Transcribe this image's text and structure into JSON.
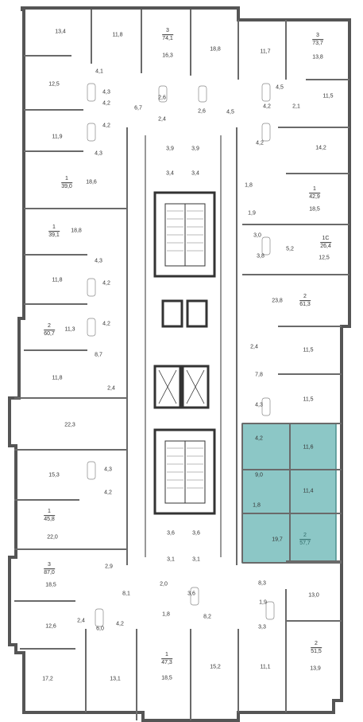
{
  "colors": {
    "wall": "#555555",
    "thin": "#8a8a8a",
    "selected": "#8cc7c6",
    "text": "#333333"
  },
  "selected_apartment": {
    "rooms": "2",
    "area": "57,7"
  },
  "apartments": [
    {
      "rooms": "3",
      "area": "74,1"
    },
    {
      "rooms": "3",
      "area": "73,7"
    },
    {
      "rooms": "1",
      "area": "39,0"
    },
    {
      "rooms": "1",
      "area": "42,9"
    },
    {
      "rooms": "1",
      "area": "39,1"
    },
    {
      "rooms": "1С",
      "area": "26,4"
    },
    {
      "rooms": "2",
      "area": "60,7"
    },
    {
      "rooms": "2",
      "area": "61,3"
    },
    {
      "rooms": "1",
      "area": "45,8"
    },
    {
      "rooms": "3",
      "area": "87,0"
    },
    {
      "rooms": "2",
      "area": "51,5"
    },
    {
      "rooms": "1",
      "area": "47,3"
    }
  ],
  "room_areas": [
    "13,4",
    "11,8",
    "16,3",
    "18,8",
    "11,7",
    "13,8",
    "12,5",
    "4,1",
    "4,3",
    "4,2",
    "6,7",
    "2,6",
    "2,6",
    "2,4",
    "4,5",
    "4,5",
    "4,2",
    "2,1",
    "11,5",
    "11,9",
    "4,3",
    "4,2",
    "14,2",
    "18,6",
    "3,9",
    "3,9",
    "3,4",
    "3,4",
    "4,2",
    "1,8",
    "18,5",
    "1,9",
    "18,8",
    "3,0",
    "3,8",
    "5,2",
    "12,5",
    "4,3",
    "11,8",
    "4,2",
    "23,8",
    "4,2",
    "11,3",
    "2,4",
    "8,7",
    "11,5",
    "11,8",
    "2,4",
    "7,8",
    "11,5",
    "22,3",
    "4,3",
    "4,2",
    "11,6",
    "15,3",
    "4,3",
    "9,0",
    "4,2",
    "11,4",
    "1,8",
    "22,0",
    "19,7",
    "3,6",
    "3,6",
    "2,9",
    "3,1",
    "3,1",
    "18,5",
    "8,1",
    "2,0",
    "3,6",
    "8,3",
    "13,0",
    "12,6",
    "2,4",
    "6,0",
    "4,2",
    "1,8",
    "8,2",
    "1,9",
    "3,3",
    "17,2",
    "13,1",
    "18,5",
    "15,2",
    "11,1",
    "13,9"
  ]
}
